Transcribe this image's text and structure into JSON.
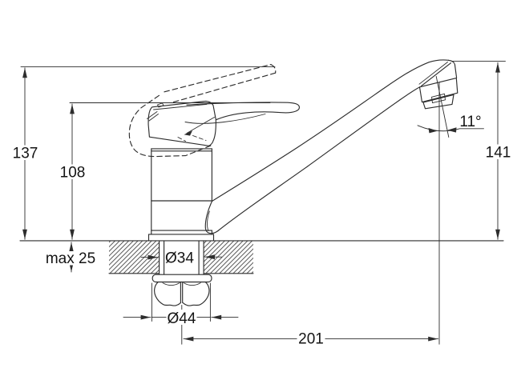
{
  "drawing": {
    "dimensions": {
      "height_raised_lever": "137",
      "height_lever_rest": "108",
      "max_deck_thickness": "max 25",
      "mounting_hole_diameter": "Ø34",
      "shank_flange_diameter": "Ø44",
      "spout_reach": "201",
      "spout_height": "141",
      "outlet_angle": "11°"
    },
    "colors": {
      "background": "#ffffff",
      "line": "#2d2d2d",
      "text": "#141414"
    }
  }
}
